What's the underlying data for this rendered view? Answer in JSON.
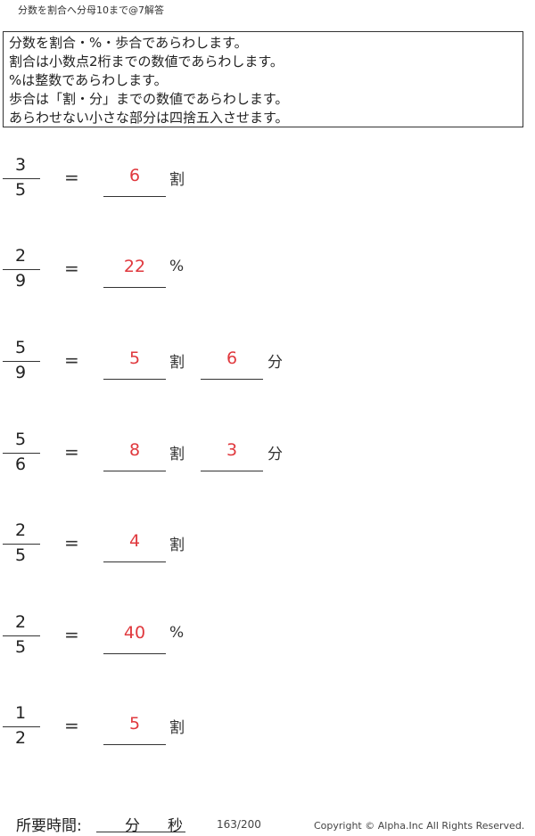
{
  "header": {
    "title": "分数を割合へ分母10まで@7解答"
  },
  "instructions": [
    "分数を割合・%・歩合であらわします。",
    "割合は小数点2桁までの数値であらわします。",
    "%は整数であらわします。",
    "歩合は「割・分」までの数値であらわします。",
    "あらわせない小さな部分は四捨五入させます。"
  ],
  "problems": [
    {
      "num": "3",
      "den": "5",
      "eq": "=",
      "a1": "6",
      "u1": "割",
      "a2": "",
      "u2": ""
    },
    {
      "num": "2",
      "den": "9",
      "eq": "=",
      "a1": "22",
      "u1": "%",
      "a2": "",
      "u2": ""
    },
    {
      "num": "5",
      "den": "9",
      "eq": "=",
      "a1": "5",
      "u1": "割",
      "a2": "6",
      "u2": "分"
    },
    {
      "num": "5",
      "den": "6",
      "eq": "=",
      "a1": "8",
      "u1": "割",
      "a2": "3",
      "u2": "分"
    },
    {
      "num": "2",
      "den": "5",
      "eq": "=",
      "a1": "4",
      "u1": "割",
      "a2": "",
      "u2": ""
    },
    {
      "num": "2",
      "den": "5",
      "eq": "=",
      "a1": "40",
      "u1": "%",
      "a2": "",
      "u2": ""
    },
    {
      "num": "1",
      "den": "2",
      "eq": "=",
      "a1": "5",
      "u1": "割",
      "a2": "",
      "u2": ""
    }
  ],
  "footer": {
    "time_label": "所要時間:",
    "minutes_label": "分",
    "seconds_label": "秒",
    "page_number": "163/200",
    "copyright": "Copyright ©  Alpha.Inc All Rights Reserved."
  },
  "colors": {
    "answer": "#e0393e",
    "text": "#222222"
  }
}
